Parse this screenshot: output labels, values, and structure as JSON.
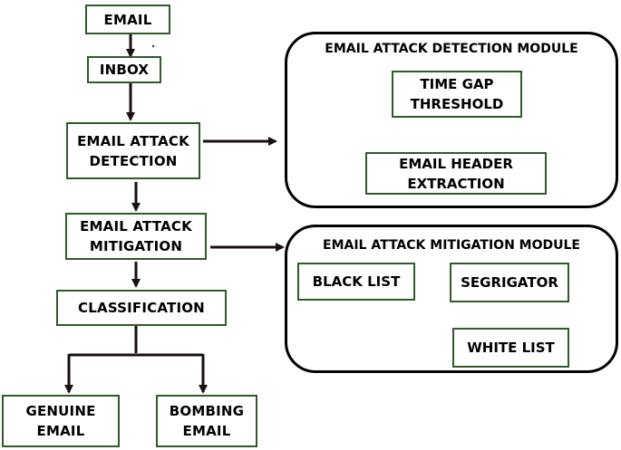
{
  "flow": {
    "email": "EMAIL",
    "inbox": "INBOX",
    "detection": "EMAIL ATTACK\nDETECTION",
    "mitigation": "EMAIL ATTACK\nMITIGATION",
    "classification": "CLASSIFICATION",
    "genuine": "GENUINE\nEMAIL",
    "bombing": "BOMBING\nEMAIL"
  },
  "detection_module": {
    "title": "EMAIL ATTACK DETECTION MODULE",
    "time_gap": "TIME GAP\nTHRESHOLD",
    "header_extraction": "EMAIL HEADER\nEXTRACTION"
  },
  "mitigation_module": {
    "title": "EMAIL ATTACK MITIGATION MODULE",
    "black_list": "BLACK LIST",
    "segrigator": "SEGRIGATOR",
    "white_list": "WHITE LIST"
  },
  "colors": {
    "box_border": "#2f5a2a",
    "module_border": "#000000",
    "arrow": "#1a0f0f"
  }
}
